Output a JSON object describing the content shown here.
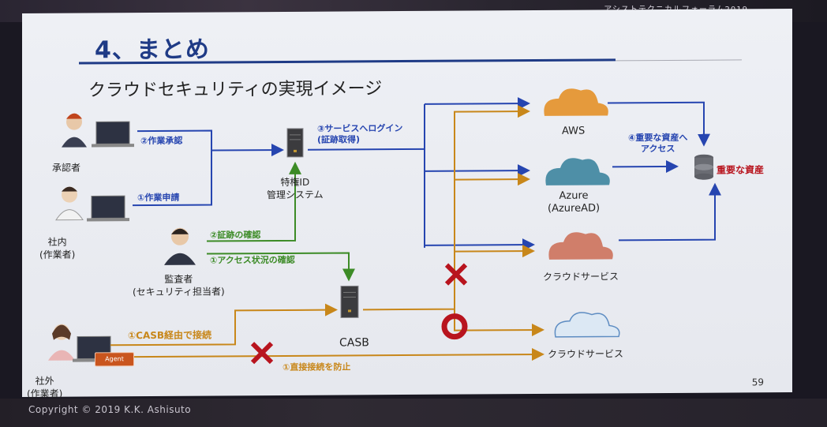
{
  "conference": "アシストテクニカルフォーラム2019",
  "copyright": "Copyright © 2019 K.K. Ashisuto",
  "page_number": "59",
  "slide": {
    "title": "4、まとめ",
    "subtitle": "クラウドセキュリティの実現イメージ"
  },
  "nodes": {
    "approver": "承認者",
    "internal_worker": "社内\n(作業者)",
    "auditor": "監査者\n(セキュリティ担当者)",
    "external_worker": "社外\n(作業者)",
    "pam": "特権ID\n管理システム",
    "casb": "CASB",
    "aws": "AWS",
    "azure": "Azure\n(AzureAD)",
    "cloud_service_1": "クラウドサービス",
    "cloud_service_2": "クラウドサービス",
    "assets": "重要な資産",
    "agent": "Agent"
  },
  "edges": {
    "work_approval": "②作業承認",
    "work_request": "①作業申請",
    "service_login": "③サービスへログイン\n(証跡取得)",
    "check_evidence": "②証跡の確認",
    "check_access": "①アクセス状況の確認",
    "access_assets": "④重要な資産へ\nアクセス",
    "via_casb": "①CASB経由で接続",
    "prevent_direct": "①直接接続を防止"
  },
  "colors": {
    "title": "#1f3b86",
    "blue_flow": "#2645b0",
    "green_flow": "#3c8b26",
    "orange_flow": "#c8871a",
    "red_mark": "#b8141e"
  }
}
